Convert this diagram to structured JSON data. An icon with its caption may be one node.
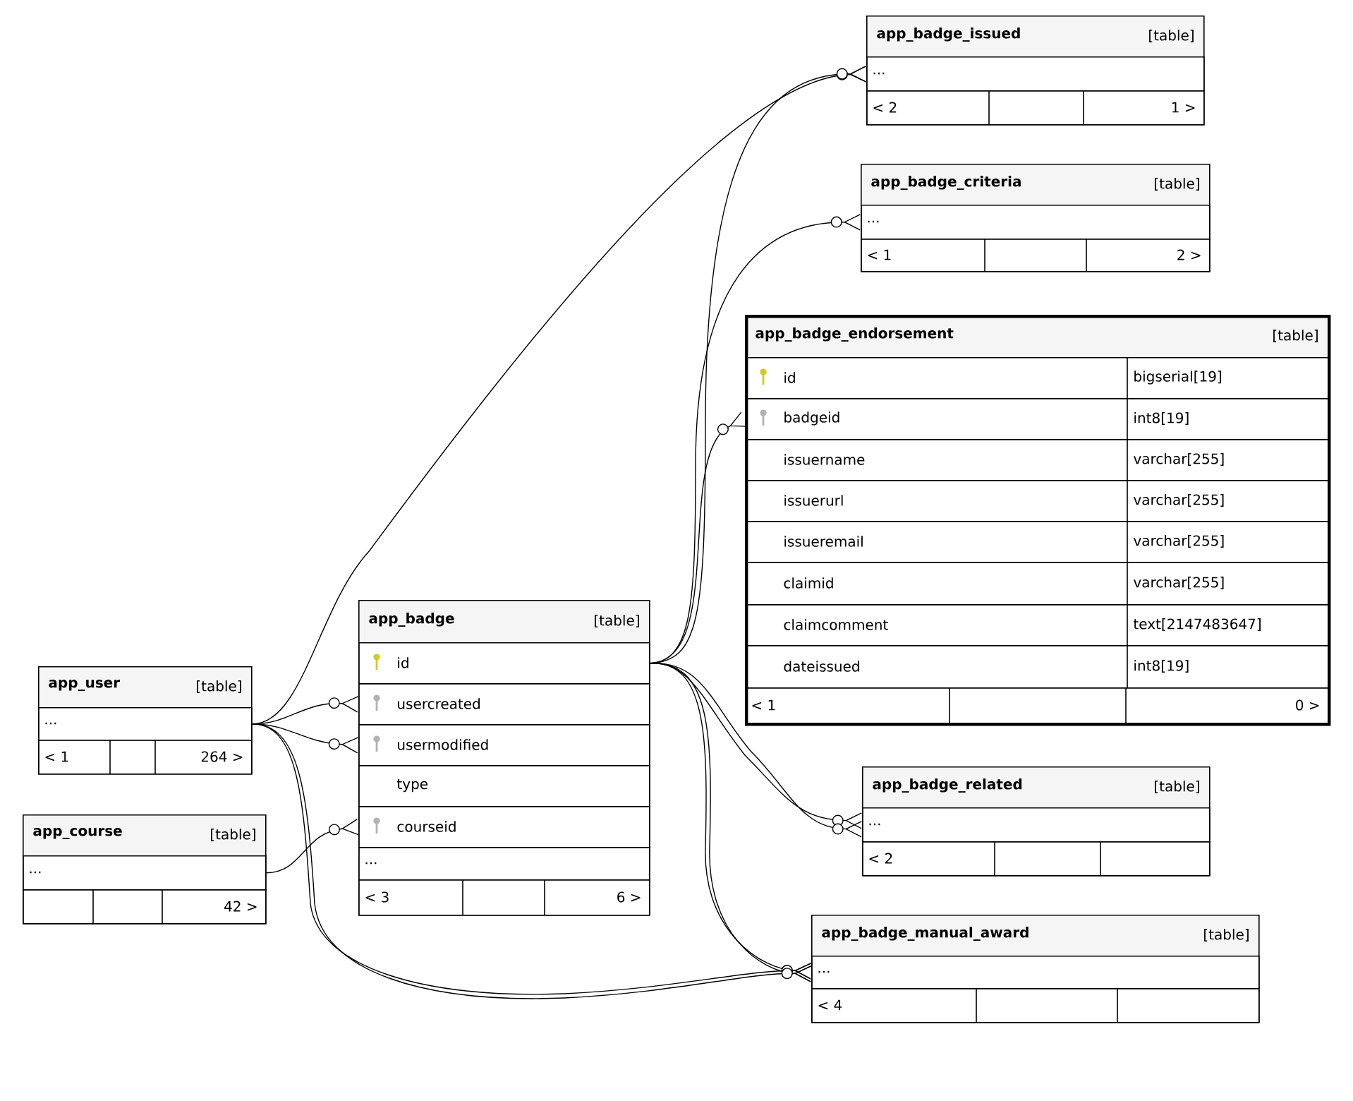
{
  "diagram": {
    "nodes": [
      {
        "text": [
          "app_badge_issued",
          "[table]"
        ]
      },
      {
        "text": [
          "..."
        ],
        "in": 0
      },
      {
        "text": [
          "< 2",
          "1 >"
        ],
        "in": 0
      },
      {
        "text": [
          "app_badge_criteria",
          "[table]"
        ]
      },
      {
        "text": [
          "..."
        ],
        "in": 3
      },
      {
        "text": [
          "< 1",
          "2 >"
        ],
        "in": 3
      },
      {
        "text": [
          "app_badge_endorsement",
          "[table]"
        ]
      },
      {
        "text": [
          "id",
          "bigserial[19]"
        ],
        "in": 6
      },
      {
        "text": [
          "badgeid",
          "int8[19]"
        ],
        "in": 6
      },
      {
        "text": [
          "issuername",
          "varchar[255]"
        ],
        "in": 6
      },
      {
        "text": [
          "issuerurl",
          "varchar[255]"
        ],
        "in": 6
      },
      {
        "text": [
          "issueremail",
          "varchar[255]"
        ],
        "in": 6
      },
      {
        "text": [
          "claimid",
          "varchar[255]"
        ],
        "in": 6
      },
      {
        "text": [
          "claimcomment",
          "text[2147483647]"
        ],
        "in": 6
      },
      {
        "text": [
          "dateissued",
          "int8[19]"
        ],
        "in": 6
      },
      {
        "text": [
          "< 1",
          "0 >"
        ],
        "in": 6
      },
      {
        "text": [
          "app_user",
          "[table]"
        ]
      },
      {
        "text": [
          "..."
        ],
        "in": 16
      },
      {
        "text": [
          "< 1",
          "264 >"
        ],
        "in": 16
      },
      {
        "text": [
          "app_badge",
          "[table]"
        ]
      },
      {
        "text": [
          "id"
        ],
        "in": 19
      },
      {
        "text": [
          "usercreated"
        ],
        "in": 19
      },
      {
        "text": [
          "usermodified"
        ],
        "in": 19
      },
      {
        "text": [
          "type"
        ],
        "in": 19
      },
      {
        "text": [
          "courseid"
        ],
        "in": 19
      },
      {
        "text": [
          "..."
        ],
        "in": 19
      },
      {
        "text": [
          "< 3",
          "6 >"
        ],
        "in": 19
      },
      {
        "text": [
          "app_course",
          "[table]"
        ]
      },
      {
        "text": [
          "..."
        ],
        "in": 27
      },
      {
        "text": [
          "42 >"
        ],
        "in": 27
      },
      {
        "text": [
          "app_badge_related",
          "[table]"
        ]
      },
      {
        "text": [
          "..."
        ],
        "in": 30
      },
      {
        "text": [
          "< 2"
        ],
        "in": 30
      },
      {
        "text": [
          "app_badge_manual_award",
          "[table]"
        ]
      },
      {
        "text": [
          "..."
        ],
        "in": 33
      },
      {
        "text": [
          "< 4"
        ],
        "in": 33
      }
    ],
    "edges": [
      {
        "from": 17,
        "to": 1,
        "arrow": "other"
      },
      {
        "from": 20,
        "to": 1,
        "arrow": "other"
      },
      {
        "from": 20,
        "to": 4,
        "arrow": "other"
      },
      {
        "from": 20,
        "to": 8,
        "arrow": "other"
      },
      {
        "from": 17,
        "to": 21,
        "arrow": "other"
      },
      {
        "from": 17,
        "to": 22,
        "arrow": "other"
      },
      {
        "from": 28,
        "to": 24,
        "arrow": "other"
      },
      {
        "from": 20,
        "to": 31,
        "arrow": "other"
      },
      {
        "from": 20,
        "to": 31,
        "arrow": "other"
      },
      {
        "from": 20,
        "to": 34,
        "arrow": "other"
      },
      {
        "from": 20,
        "to": 34,
        "arrow": "other"
      },
      {
        "from": 17,
        "to": 34,
        "arrow": "other"
      },
      {
        "from": 17,
        "to": 34,
        "arrow": "other"
      }
    ]
  }
}
